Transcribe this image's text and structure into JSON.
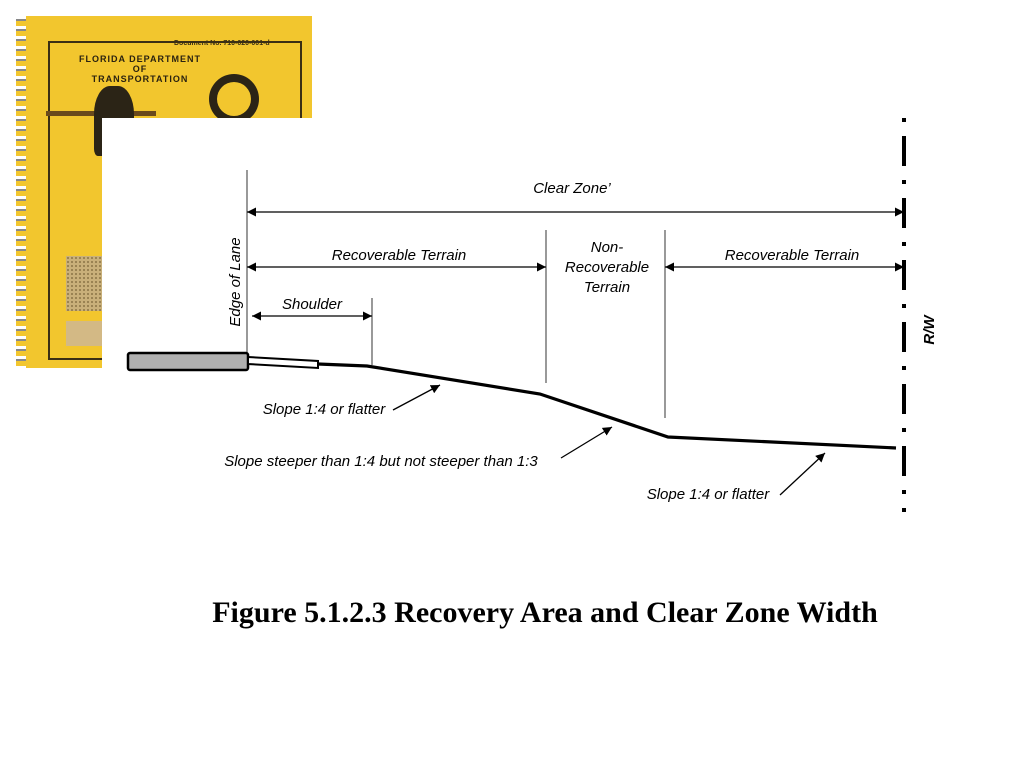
{
  "cover": {
    "document_number": "Document No. 710-020-001-d",
    "title_line1": "FLORIDA DEPARTMENT",
    "title_line2": "OF",
    "title_line3": "TRANSPORTATION",
    "background_color": "#f2c62e",
    "icons": [
      "state-seal-icon",
      "lineman-figure-icon"
    ]
  },
  "diagram": {
    "clear_zone_label": "Clear Zone’",
    "recoverable_terrain_left": "Recoverable Terrain",
    "non_recoverable_line1": "Non-",
    "non_recoverable_line2": "Recoverable",
    "non_recoverable_line3": "Terrain",
    "recoverable_terrain_right": "Recoverable Terrain",
    "edge_of_lane": "Edge of Lane",
    "shoulder": "Shoulder",
    "right_of_way": "R/W",
    "slope_flat_left": "Slope 1:4 or flatter",
    "slope_steep": "Slope steeper than 1:4 but not steeper than 1:3",
    "slope_flat_right": "Slope 1:4 or flatter",
    "lane_fill_color": "#b0b0b0"
  },
  "caption": "Figure 5.1.2.3 Recovery Area and Clear Zone Width"
}
